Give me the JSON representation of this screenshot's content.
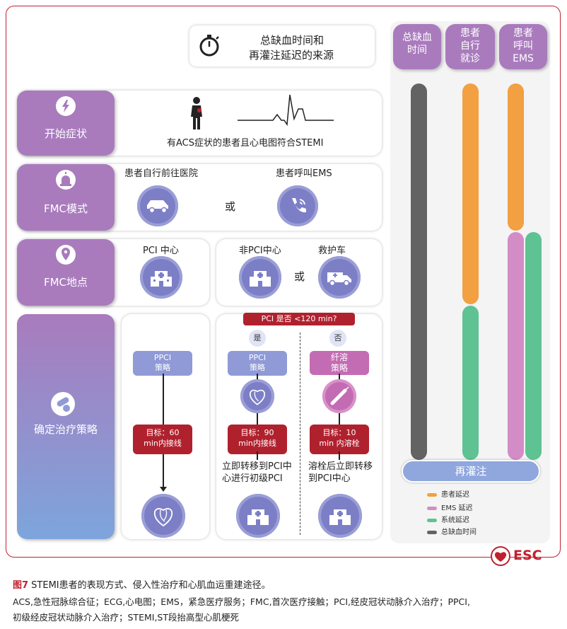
{
  "header": {
    "title_line1": "总缺血时间和",
    "title_line2": "再灌注延迟的来源"
  },
  "columns": {
    "col1": "总缺血\n时间",
    "col2": "患者\n自行\n就诊",
    "col3": "患者\n呼叫\nEMS"
  },
  "rows": {
    "onset": {
      "label": "开始症状",
      "desc": "有ACS症状的患者且心电图符合STEMI"
    },
    "fmc_mode": {
      "label": "FMC模式",
      "self": "患者自行前往医院",
      "ems": "患者呼叫EMS",
      "or": "或"
    },
    "fmc_site": {
      "label": "FMC地点",
      "pci": "PCI 中心",
      "nonpci": "非PCI中心",
      "ambulance": "救护车",
      "or": "或"
    },
    "strategy": {
      "label": "确定治疗策略",
      "question": "PCI 是否 <120 min?",
      "yes": "是",
      "no": "否",
      "left_pill": "PPCI\n策略",
      "mid_pill": "PPCI\n策略",
      "right_pill": "纤溶\n策略",
      "left_target": "目标：60\nmin内接线",
      "mid_target": "目标：90\nmin内接线",
      "right_target": "目标：10\nmin 内溶栓",
      "mid_action": "立即转移到PCI中\n心进行初级PCI",
      "right_action": "溶栓后立即转移\n到PCI中心"
    }
  },
  "reperfusion": "再灌注",
  "legend": [
    {
      "label": "患者延迟",
      "color": "#f2a042"
    },
    {
      "label": "EMS 延迟",
      "color": "#d48cc7"
    },
    {
      "label": "系统延迟",
      "color": "#5fc293"
    },
    {
      "label": "总缺血时间",
      "color": "#636363"
    }
  ],
  "colors": {
    "purple": "#a97bbd",
    "red": "#b0212e",
    "blue_icon": "#7c7fc6",
    "patient": "#f2a042",
    "ems": "#d48cc7",
    "system": "#5fc293",
    "total": "#636363"
  },
  "brand": "ESC",
  "caption": {
    "fig_label": "图7",
    "fig_text": " STEMI患者的表现方式、侵入性治疗和心肌血运重建途径。",
    "abbr_line1": "ACS,急性冠脉综合征；ECG,心电图；EMS，紧急医疗服务；FMC,首次医疗接触；PCI,经皮冠状动脉介入治疗；PPCI,",
    "abbr_line2": "初级经皮冠状动脉介入治疗；STEMI,ST段抬高型心肌梗死"
  }
}
